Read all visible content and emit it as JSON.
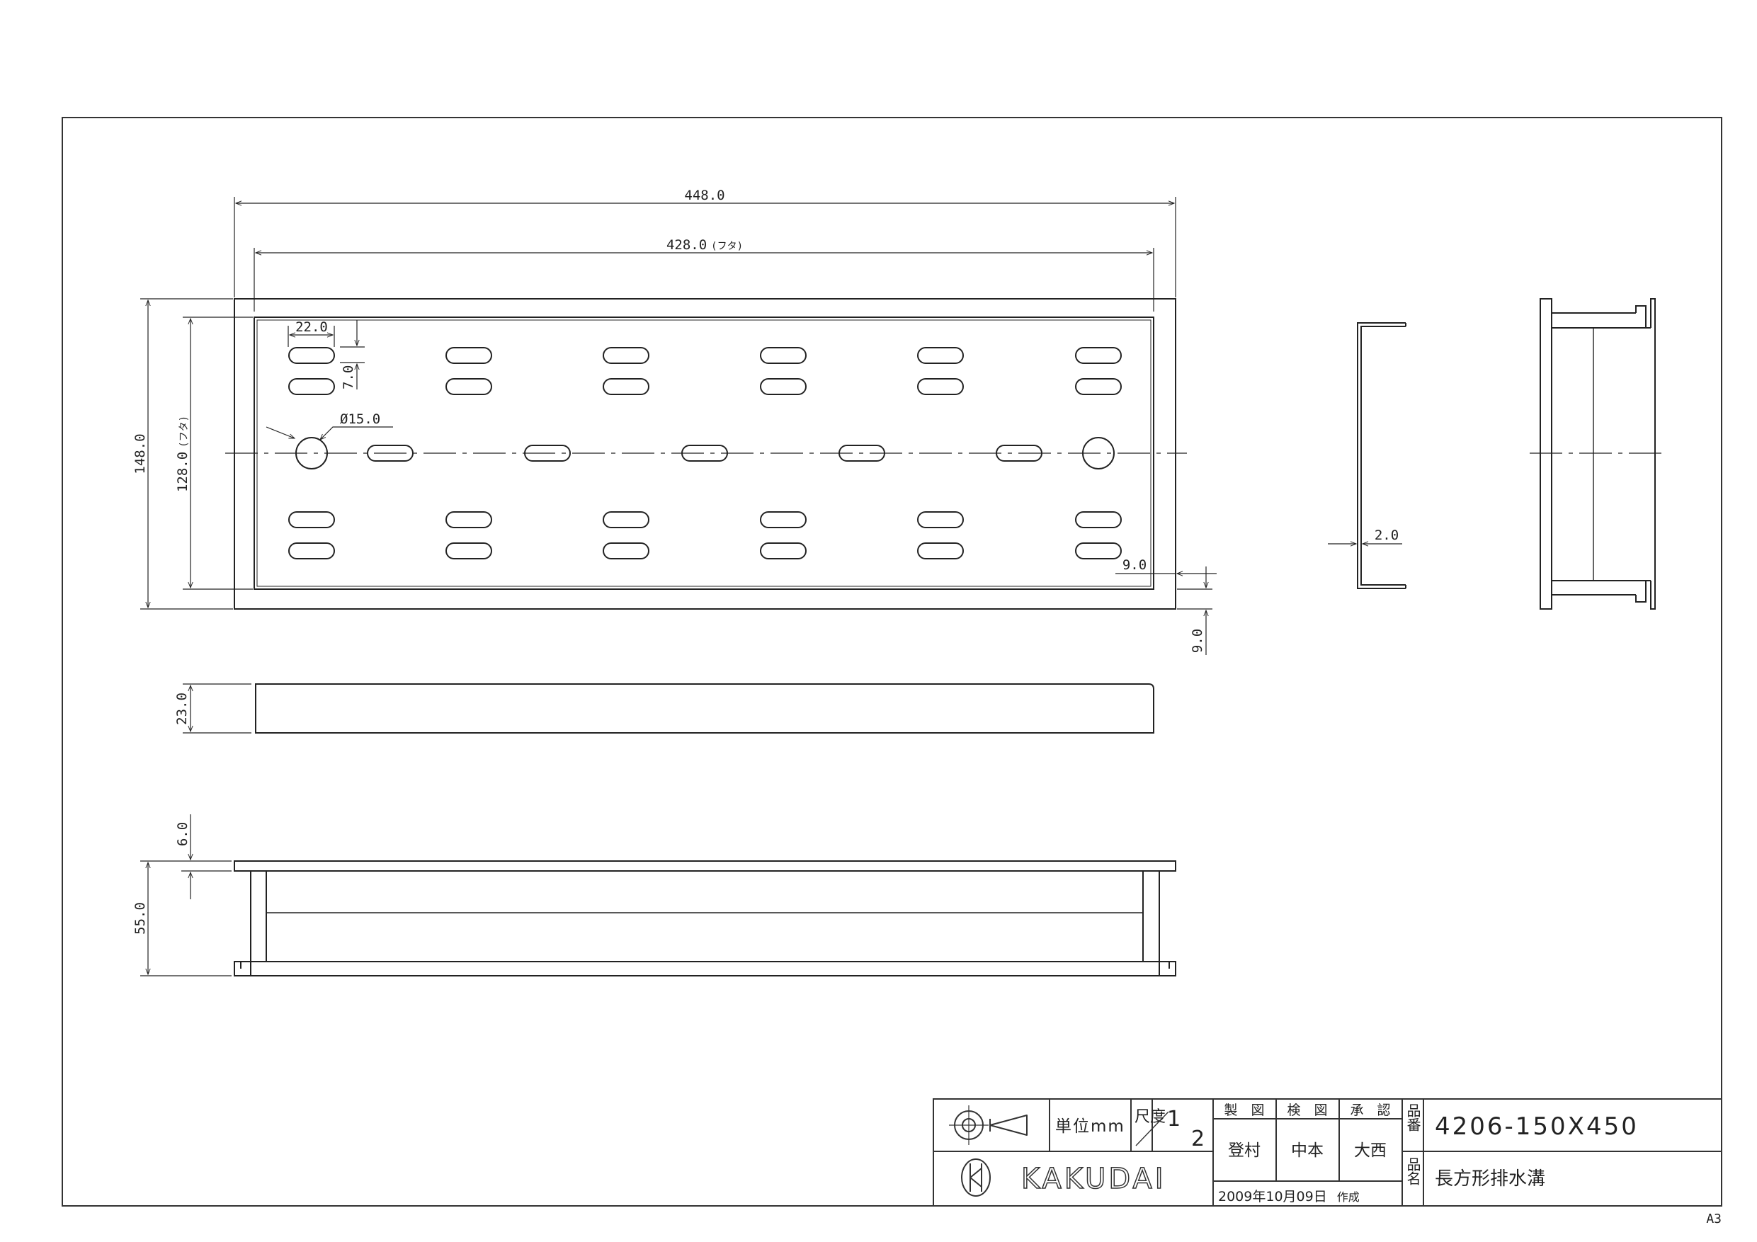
{
  "dimensions": {
    "overall_length": "448.0",
    "lid_length": "428.0",
    "lid_length_note": "(フタ)",
    "slot_length": "22.0",
    "slot_width": "7.0",
    "hole_diameter": "Ø15.0",
    "overall_width": "148.0",
    "lid_width": "128.0",
    "lid_width_note": "(フタ)",
    "edge_margin_x": "9.0",
    "edge_margin_y": "9.0",
    "plate_thickness": "2.0",
    "lid_height": "23.0",
    "flange_height": "6.0",
    "body_height": "55.0"
  },
  "title_block": {
    "unit_label": "単位mm",
    "scale_label": "尺度",
    "scale_num": "1",
    "scale_den": "2",
    "drafted_label": "製　図",
    "checked_label": "検　図",
    "approved_label": "承　認",
    "drafted_by": "登村",
    "checked_by": "中本",
    "approved_by": "大西",
    "part_no_label": "品番",
    "part_no": "4206-150X450",
    "part_name_label": "品名",
    "part_name": "長方形排水溝",
    "date": "2009年10月09日",
    "date_suffix": "作成",
    "brand": "KAKUDAI"
  },
  "sheet_size": "A3"
}
